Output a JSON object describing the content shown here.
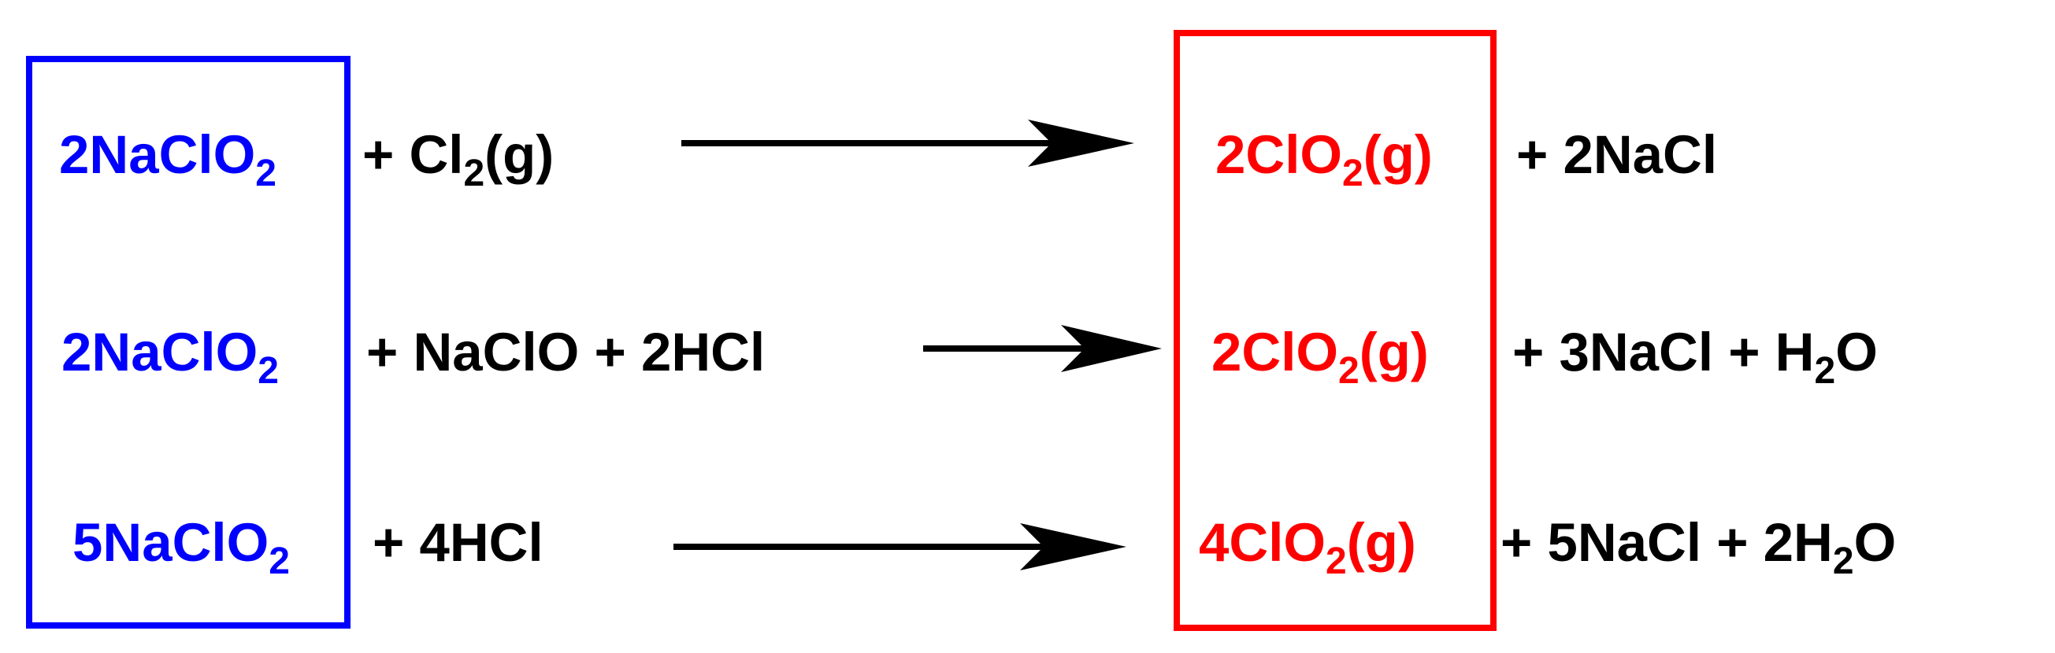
{
  "colors": {
    "reactant": "#0000ff",
    "product": "#ff0000",
    "plain": "#000000"
  },
  "equations": [
    {
      "reactant": {
        "prefix": "2NaClO",
        "sub": "2",
        "suffix": ""
      },
      "reagents": [
        {
          "prefix": "+  Cl",
          "sub": "2",
          "suffix": "(g)"
        }
      ],
      "product": {
        "prefix": "2ClO",
        "sub": "2",
        "suffix": "(g)"
      },
      "byproducts": [
        {
          "prefix": "+  2NaCl",
          "sub": "",
          "suffix": ""
        }
      ]
    },
    {
      "reactant": {
        "prefix": "2NaClO",
        "sub": "2",
        "suffix": ""
      },
      "reagents": [
        {
          "prefix": "+  NaClO  +  2HCl",
          "sub": "",
          "suffix": ""
        }
      ],
      "product": {
        "prefix": "2ClO",
        "sub": "2",
        "suffix": "(g)"
      },
      "byproducts": [
        {
          "prefix": "+  3NaCl  +  H",
          "sub": "2",
          "suffix": "O"
        }
      ]
    },
    {
      "reactant": {
        "prefix": "5NaClO",
        "sub": "2",
        "suffix": ""
      },
      "reagents": [
        {
          "prefix": "+  4HCl",
          "sub": "",
          "suffix": ""
        }
      ],
      "product": {
        "prefix": "4ClO",
        "sub": "2",
        "suffix": "(g)"
      },
      "byproducts": [
        {
          "prefix": "+  5NaCl  +  2H",
          "sub": "2",
          "suffix": "O"
        }
      ]
    }
  ]
}
